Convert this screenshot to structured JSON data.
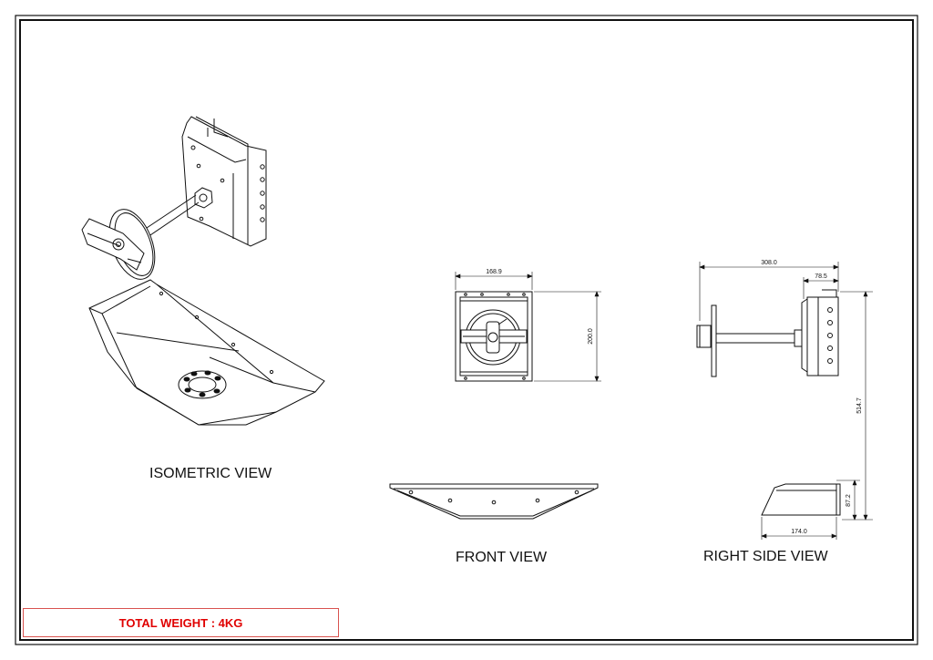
{
  "views": {
    "isometric": "ISOMETRIC VIEW",
    "front": "FRONT VIEW",
    "right_side": "RIGHT SIDE VIEW"
  },
  "dimensions": {
    "front_width": "168.9",
    "front_height": "200.0",
    "side_length": "308.0",
    "side_bracket_depth": "78.5",
    "side_total_height": "514.7",
    "side_tray_height": "87.2",
    "side_tray_depth": "174.0"
  },
  "weight": "TOTAL WEIGHT : 4KG",
  "colors": {
    "line": "#111111",
    "weight_text": "#e00000",
    "weight_border": "#d9534f"
  }
}
